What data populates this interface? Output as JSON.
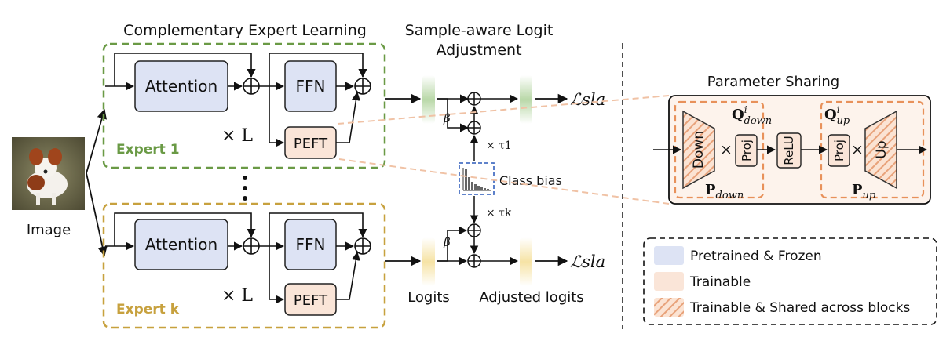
{
  "titles": {
    "complementary": "Complementary Expert Learning",
    "sla_line1": "Sample-aware Logit",
    "sla_line2": "Adjustment",
    "param_sharing": "Parameter Sharing"
  },
  "input": {
    "label": "Image"
  },
  "experts": [
    {
      "name": "Expert 1",
      "color": "#6a9a45",
      "attention": "Attention",
      "ffn": "FFN",
      "peft": "PEFT",
      "repeat": "× L",
      "loss": "ℒsla",
      "beta": "β",
      "tau": "× τ1"
    },
    {
      "name": "Expert k",
      "color": "#c7a13e",
      "attention": "Attention",
      "ffn": "FFN",
      "peft": "PEFT",
      "repeat": "× L",
      "loss": "ℒsla",
      "beta": "β",
      "tau": "× τk"
    }
  ],
  "middle": {
    "class_bias": "Class bias",
    "logits": "Logits",
    "adjusted_logits": "Adjusted logits"
  },
  "sharing": {
    "down": "Down",
    "proj": "Proj",
    "relu": "ReLU",
    "up": "Up",
    "times": "×",
    "q_down": "Q",
    "q_down_sup": "i",
    "q_down_sub": "down",
    "p_down": "P",
    "p_down_sub": "down",
    "q_up": "Q",
    "q_up_sup": "i",
    "q_up_sub": "up",
    "p_up": "P",
    "p_up_sub": "up"
  },
  "legend": [
    {
      "label": "Pretrained & Frozen",
      "color": "#dde3f4"
    },
    {
      "label": "Trainable",
      "color": "#fae5d8"
    },
    {
      "label": "Trainable & Shared across blocks",
      "color": "#f2c3a2"
    }
  ],
  "colors": {
    "frozen": "#dde3f4",
    "trainable": "#fae5d8",
    "shared_hatch": "#e8a27a",
    "expert1": "#6a9a45",
    "expertk": "#c7a13e",
    "bias_box": "#4a72c4"
  }
}
